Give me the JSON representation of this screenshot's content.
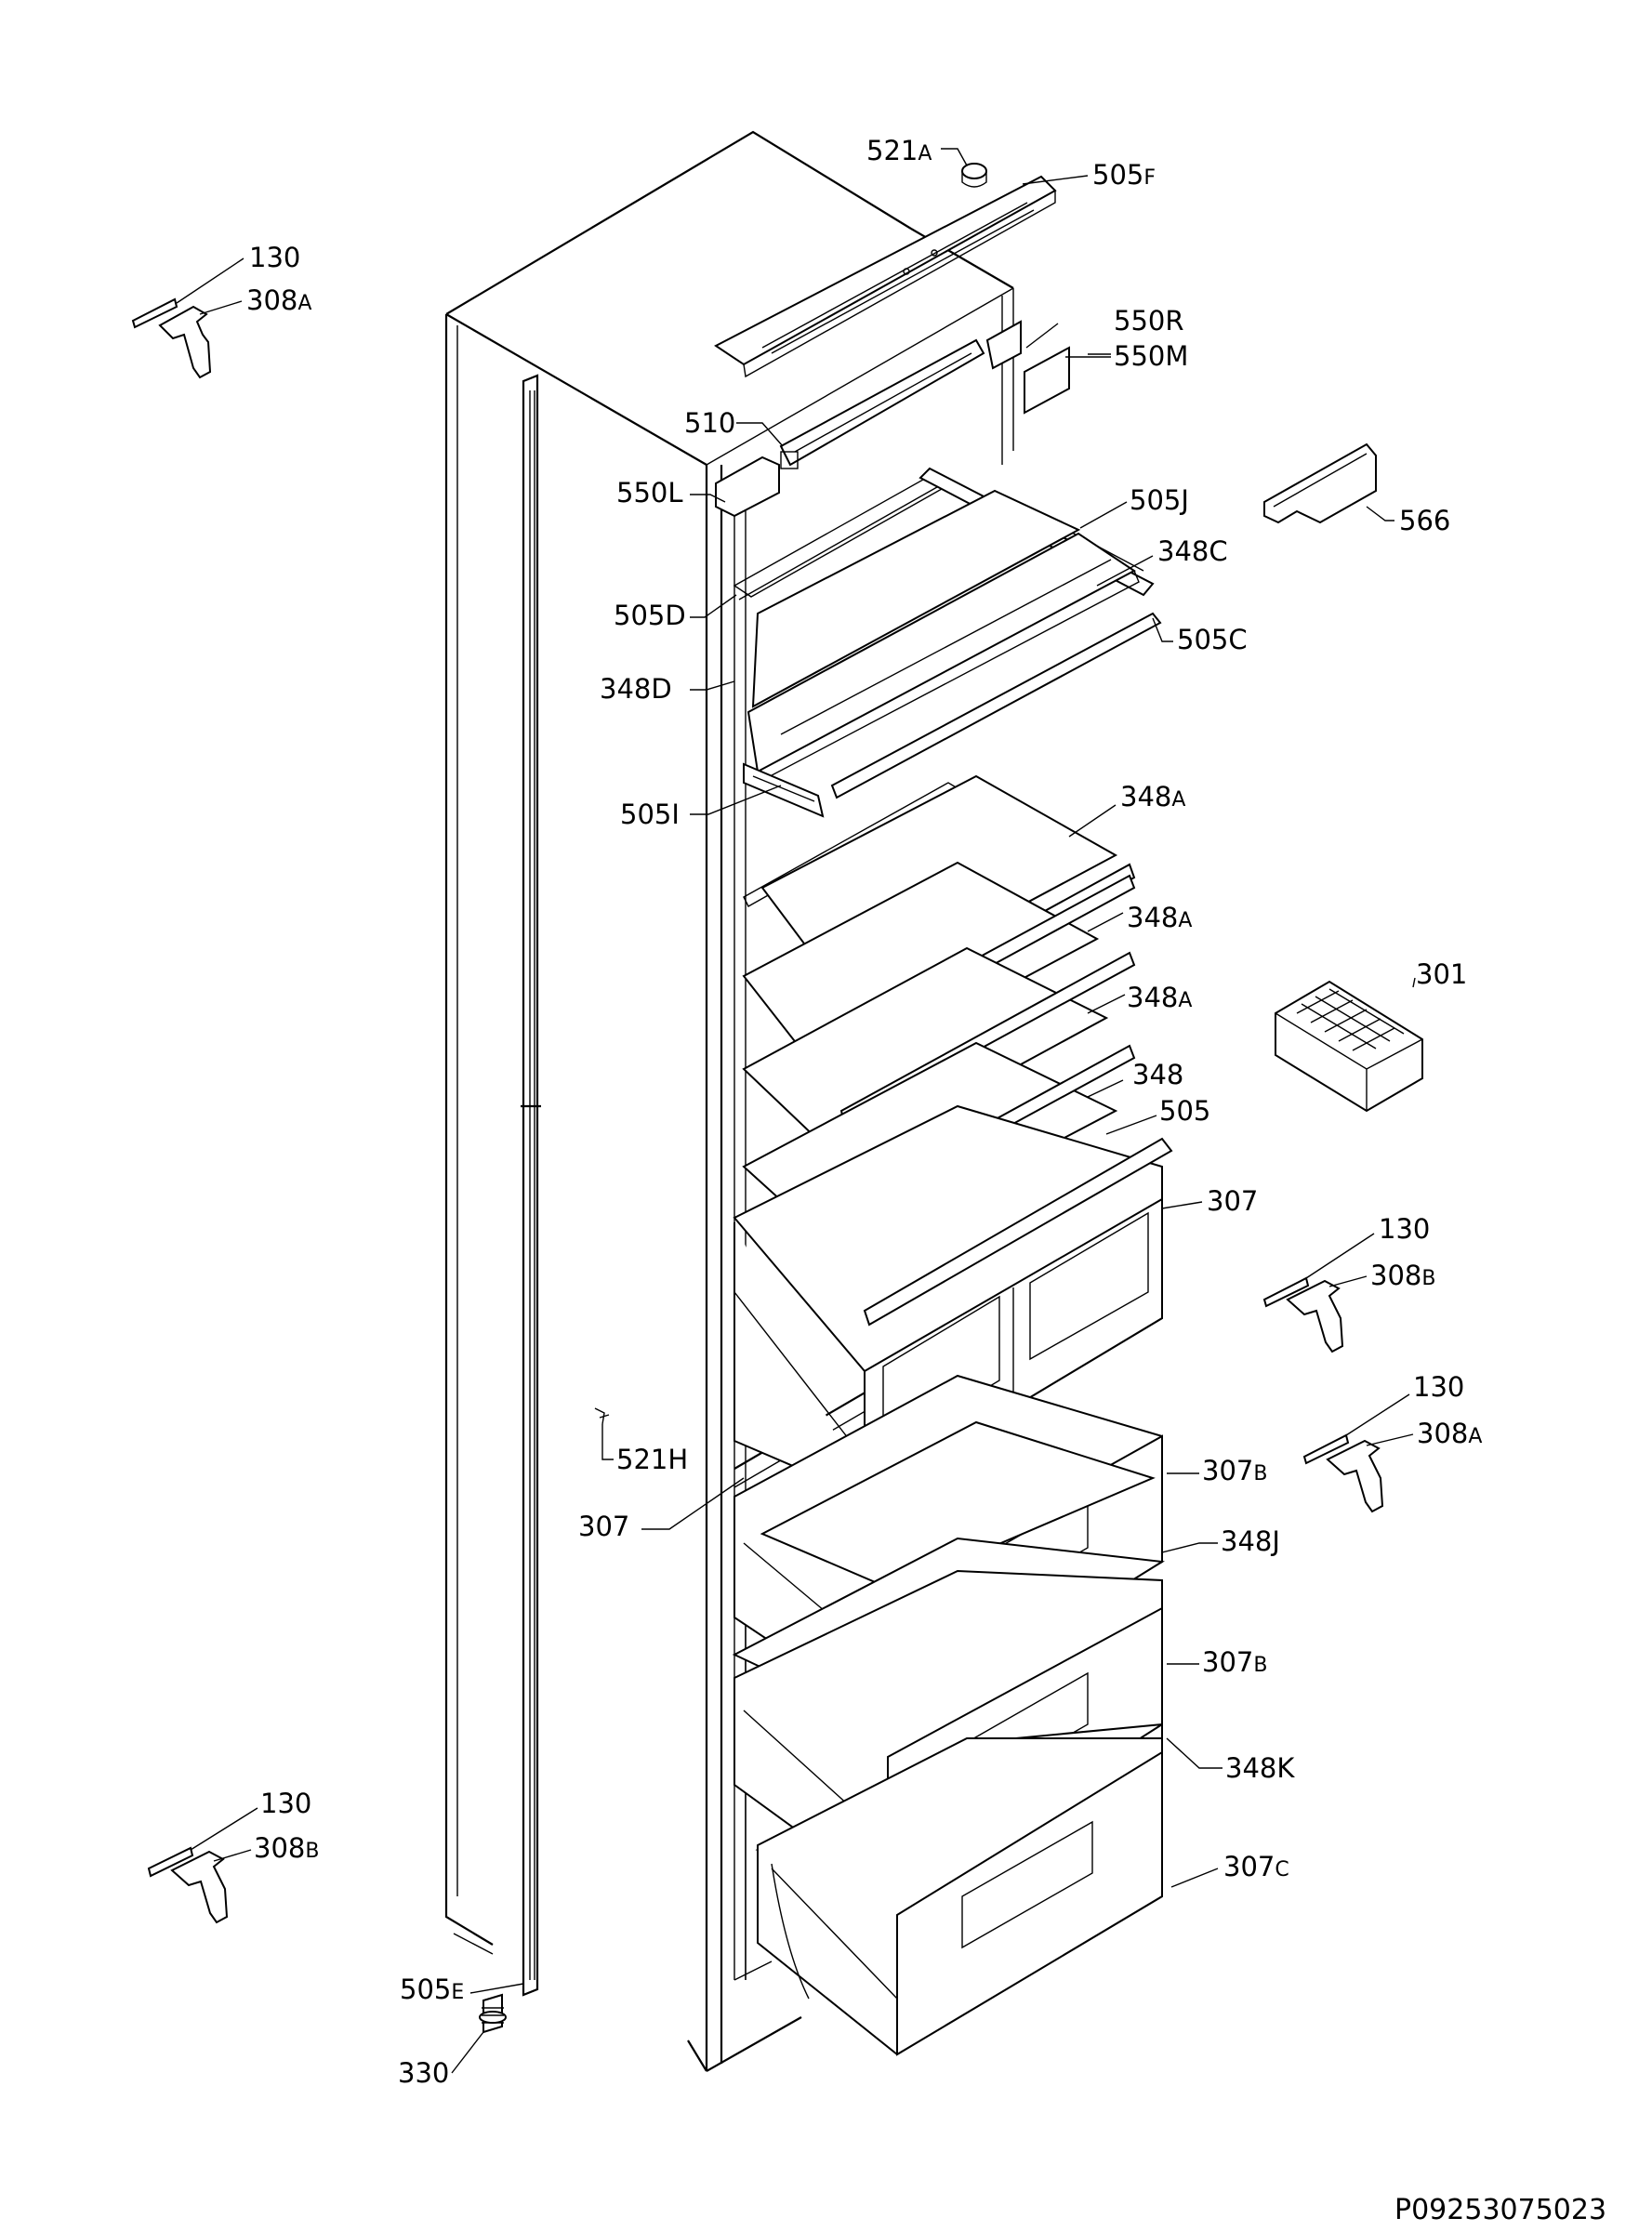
{
  "diagram": {
    "code": "P09253075023",
    "labels": [
      {
        "key": "521A",
        "main": "521",
        "sub": "A"
      },
      {
        "key": "505F",
        "main": "505",
        "sub": "F"
      },
      {
        "key": "130_top",
        "main": "130",
        "sub": ""
      },
      {
        "key": "308A_top",
        "main": "308",
        "sub": "A"
      },
      {
        "key": "550R",
        "main": "550R",
        "sub": ""
      },
      {
        "key": "550M",
        "main": "550M",
        "sub": ""
      },
      {
        "key": "510",
        "main": "510",
        "sub": ""
      },
      {
        "key": "550L",
        "main": "550L",
        "sub": ""
      },
      {
        "key": "505J",
        "main": "505J",
        "sub": ""
      },
      {
        "key": "566",
        "main": "566",
        "sub": ""
      },
      {
        "key": "348C",
        "main": "348C",
        "sub": ""
      },
      {
        "key": "505D",
        "main": "505D",
        "sub": ""
      },
      {
        "key": "505C",
        "main": "505C",
        "sub": ""
      },
      {
        "key": "348D",
        "main": "348D",
        "sub": ""
      },
      {
        "key": "505I",
        "main": "505I",
        "sub": ""
      },
      {
        "key": "348A_1",
        "main": "348",
        "sub": "A"
      },
      {
        "key": "348A_2",
        "main": "348",
        "sub": "A"
      },
      {
        "key": "301",
        "main": "301",
        "sub": ""
      },
      {
        "key": "348A_3",
        "main": "348",
        "sub": "A"
      },
      {
        "key": "348",
        "main": "348",
        "sub": ""
      },
      {
        "key": "505",
        "main": "505",
        "sub": ""
      },
      {
        "key": "307_right",
        "main": "307",
        "sub": ""
      },
      {
        "key": "130_mid1",
        "main": "130",
        "sub": ""
      },
      {
        "key": "308B_mid",
        "main": "308",
        "sub": "B"
      },
      {
        "key": "130_mid2",
        "main": "130",
        "sub": ""
      },
      {
        "key": "308A_mid",
        "main": "308",
        "sub": "A"
      },
      {
        "key": "521H",
        "main": "521H",
        "sub": ""
      },
      {
        "key": "307B_1",
        "main": "307",
        "sub": "B"
      },
      {
        "key": "307_left",
        "main": "307",
        "sub": ""
      },
      {
        "key": "348J",
        "main": "348J",
        "sub": ""
      },
      {
        "key": "307B_2",
        "main": "307",
        "sub": "B"
      },
      {
        "key": "348K",
        "main": "348K",
        "sub": ""
      },
      {
        "key": "130_bot",
        "main": "130",
        "sub": ""
      },
      {
        "key": "308B_bot",
        "main": "308",
        "sub": "B"
      },
      {
        "key": "307C",
        "main": "307",
        "sub": "C"
      },
      {
        "key": "505E",
        "main": "505",
        "sub": "E"
      },
      {
        "key": "330",
        "main": "330",
        "sub": ""
      }
    ]
  }
}
